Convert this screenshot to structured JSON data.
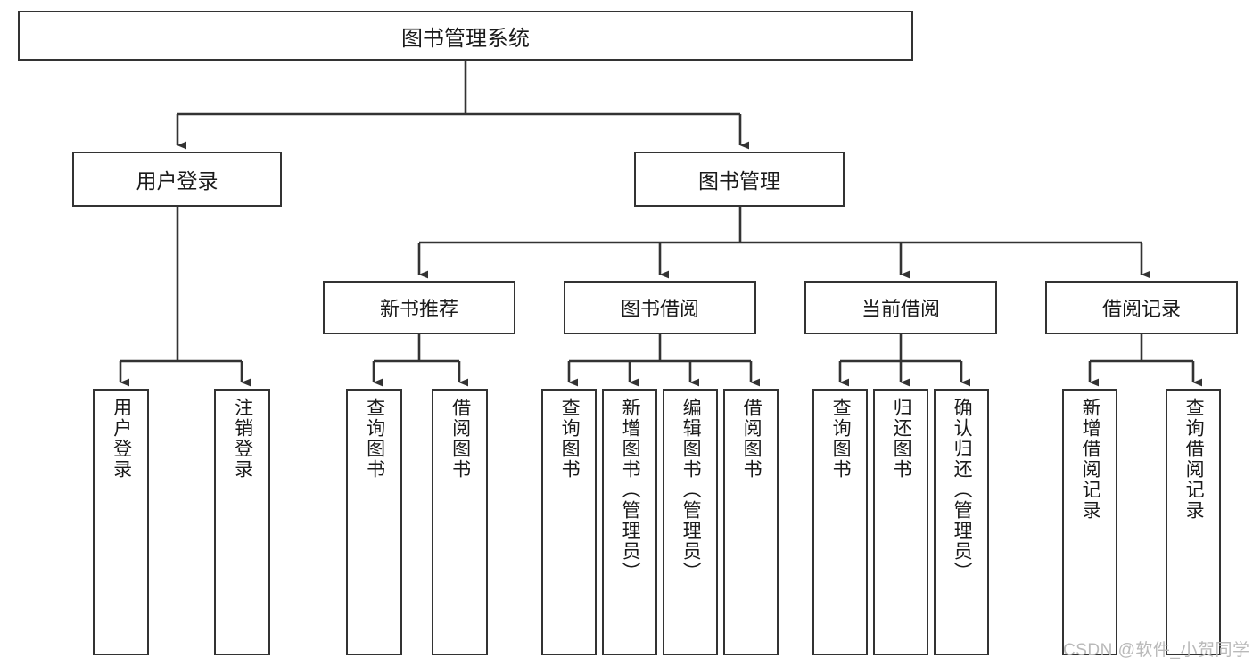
{
  "diagram": {
    "type": "tree",
    "title": "图书管理系统",
    "orientation": "top-down",
    "colors": {
      "node_border": "#333333",
      "node_fill": "#ffffff",
      "edge": "#333333",
      "text": "#1a1a1a",
      "watermark": "#b9b9b9"
    }
  },
  "root": {
    "label": "图书管理系统"
  },
  "level2": [
    {
      "id": "user-login",
      "label": "用户登录"
    },
    {
      "id": "book-management",
      "label": "图书管理"
    }
  ],
  "level3": [
    {
      "id": "new-book-recommend",
      "label": "新书推荐"
    },
    {
      "id": "book-borrow",
      "label": "图书借阅"
    },
    {
      "id": "current-borrow",
      "label": "当前借阅"
    },
    {
      "id": "borrow-record",
      "label": "借阅记录"
    }
  ],
  "leaves": {
    "user_login": [
      {
        "id": "leaf-user-login",
        "label": "用户登录"
      },
      {
        "id": "leaf-logout",
        "label": "注销登录"
      }
    ],
    "new_book_recommend": [
      {
        "id": "leaf-query-book-1",
        "label": "查询图书"
      },
      {
        "id": "leaf-borrow-book-1",
        "label": "借阅图书"
      }
    ],
    "book_borrow": [
      {
        "id": "leaf-query-book-2",
        "label": "查询图书"
      },
      {
        "id": "leaf-add-book",
        "label": "新增图书（管理员）"
      },
      {
        "id": "leaf-edit-book",
        "label": "编辑图书（管理员）"
      },
      {
        "id": "leaf-borrow-book-2",
        "label": "借阅图书"
      }
    ],
    "current_borrow": [
      {
        "id": "leaf-query-book-3",
        "label": "查询图书"
      },
      {
        "id": "leaf-return-book",
        "label": "归还图书"
      },
      {
        "id": "leaf-confirm-return",
        "label": "确认归还（管理员）"
      }
    ],
    "borrow_record": [
      {
        "id": "leaf-add-record",
        "label": "新增借阅记录"
      },
      {
        "id": "leaf-query-record",
        "label": "查询借阅记录"
      }
    ]
  },
  "watermark": {
    "text": "CSDN @软件_小贺同学"
  }
}
